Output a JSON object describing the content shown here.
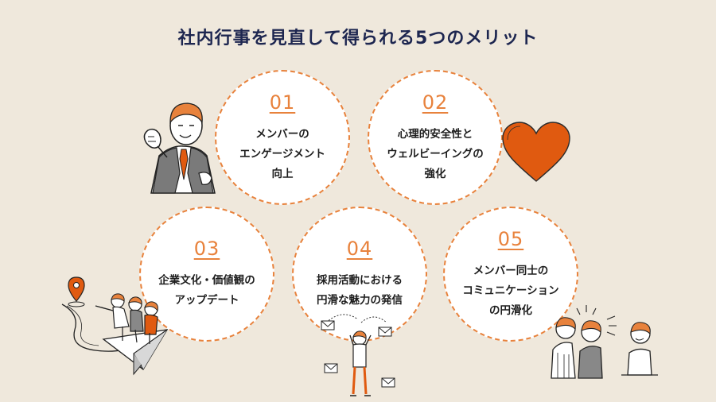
{
  "page": {
    "title": "社内行事を見直して得られる5つのメリット"
  },
  "merits": [
    {
      "number": "01",
      "lines": [
        "メンバーの",
        "エンゲージメント",
        "向上"
      ]
    },
    {
      "number": "02",
      "lines": [
        "心理的安全性と",
        "ウェルビーイングの",
        "強化"
      ]
    },
    {
      "number": "03",
      "lines": [
        "企業文化・価値観の",
        "アップデート"
      ]
    },
    {
      "number": "04",
      "lines": [
        "採用活動における",
        "円滑な魅力の発信"
      ]
    },
    {
      "number": "05",
      "lines": [
        "メンバー同士の",
        "コミュニケーション",
        "の円滑化"
      ]
    }
  ],
  "colors": {
    "accent": "#e8823c",
    "heart": "#e05a10",
    "title": "#1d2650",
    "background": "#efe8dc"
  },
  "illustrations": [
    "businessman-fist-icon",
    "heart-icon",
    "paper-plane-team-icon",
    "person-envelopes-icon",
    "group-talking-icon"
  ]
}
